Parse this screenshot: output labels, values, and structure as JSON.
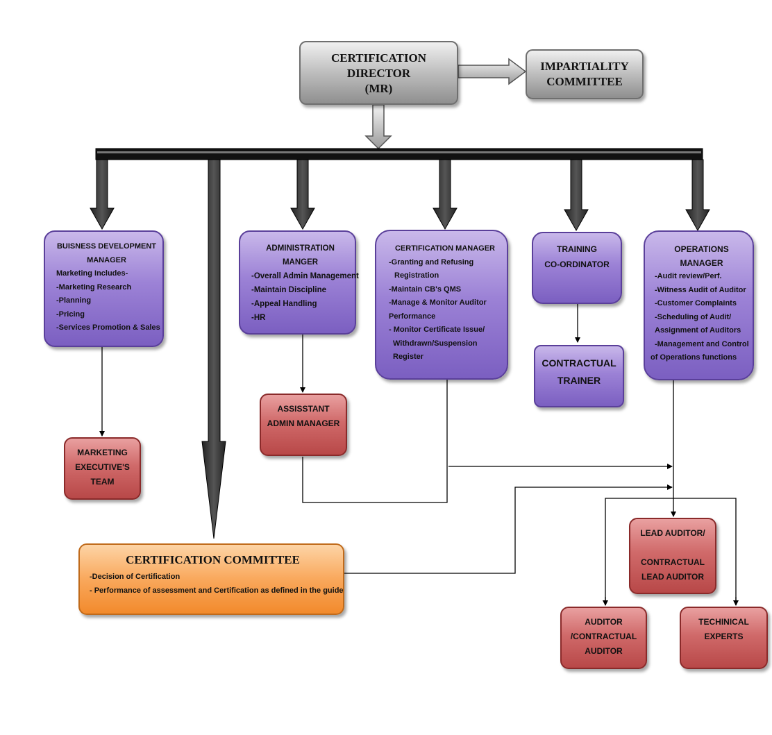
{
  "top": {
    "director": {
      "line1": "CERTIFICATION",
      "line2": "DIRECTOR",
      "line3": "(MR)"
    },
    "impartiality": {
      "line1": "IMPARTIALITY",
      "line2": "COMMITTEE"
    }
  },
  "managers": {
    "bdm": {
      "title1": "BUISNESS DEVELOPMENT",
      "title2": "MANAGER",
      "items": [
        "Marketing Includes-",
        "-Marketing Research",
        "-Planning",
        "-Pricing",
        "-Services Promotion & Sales"
      ]
    },
    "admin": {
      "title1": "ADMINISTRATION",
      "title2": "MANGER",
      "items": [
        "-Overall Admin Management",
        "-Maintain Discipline",
        "-Appeal Handling",
        "-HR"
      ]
    },
    "cert": {
      "title1": "CERTIFICATION MANAGER",
      "items": [
        "-Granting and Refusing",
        "Registration",
        "-Maintain CB's QMS",
        "-Manage & Monitor Auditor",
        "Performance",
        "- Monitor Certificate Issue/",
        "Withdrawn/Suspension",
        "Register"
      ]
    },
    "training": {
      "title1": "TRAINING",
      "title2": "CO-ORDINATOR"
    },
    "ops": {
      "title1": "OPERATIONS",
      "title2": "MANAGER",
      "items": [
        "-Audit review/Perf.",
        "-Witness Audit of Auditor",
        "-Customer Complaints",
        "-Scheduling of Audit/",
        "Assignment of Auditors",
        "-Management and Control",
        "of Operations functions"
      ]
    }
  },
  "staff": {
    "trainer": {
      "line1": "CONTRACTUAL",
      "line2": "TRAINER"
    },
    "assistant": {
      "line1": "ASSISSTANT",
      "line2": "ADMIN MANAGER"
    },
    "marketing": {
      "line1": "MARKETING",
      "line2": "EXECUTIVE'S",
      "line3": "TEAM"
    },
    "lead": {
      "line1": "LEAD AUDITOR/",
      "line2": "CONTRACTUAL",
      "line3": "LEAD  AUDITOR"
    },
    "auditor": {
      "line1": "AUDITOR",
      "line2": "/CONTRACTUAL",
      "line3": "AUDITOR"
    },
    "experts": {
      "line1": "TECHINICAL",
      "line2": "EXPERTS"
    }
  },
  "committee": {
    "title": "CERTIFICATION COMMITTEE",
    "items": [
      "-Decision of Certification",
      "-  Performance of assessment and Certification as defined in the guide"
    ]
  }
}
